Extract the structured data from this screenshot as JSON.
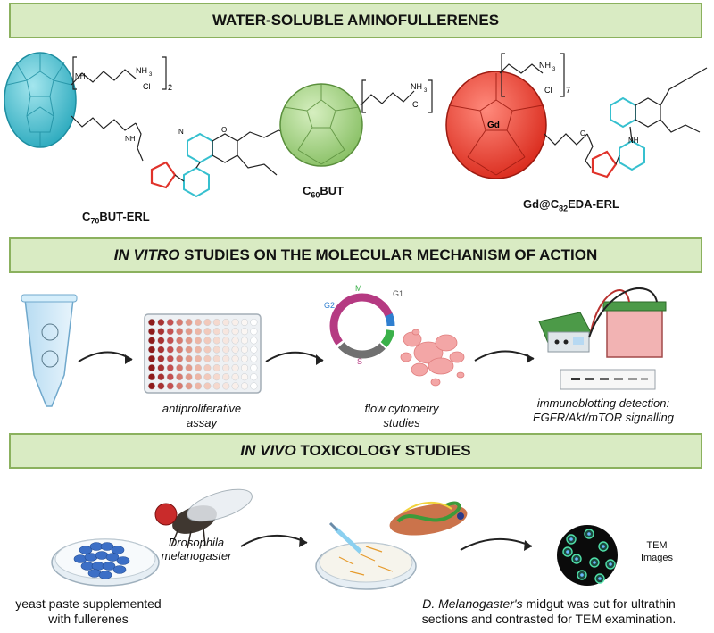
{
  "sections": {
    "s1": "WATER-SOLUBLE AMINOFULLERENES",
    "s2_italic": "IN VITRO",
    "s2_rest": " STUDIES ON THE MOLECULAR MECHANISM OF ACTION",
    "s3_italic": "IN VIVO",
    "s3_rest": " TOXICOLOGY STUDIES"
  },
  "molecules": {
    "c70": {
      "prefix": "C",
      "sub": "70",
      "suffix": "BUT-ERL"
    },
    "c60": {
      "prefix": "C",
      "sub": "60",
      "suffix": "BUT"
    },
    "gd": {
      "prefix": "Gd@C",
      "sub": "82",
      "suffix": "EDA-ERL"
    },
    "gd_core": "Gd",
    "nh3": "NH",
    "nh3_sub": "3",
    "cl": "Cl",
    "nh": "NH",
    "n": "N",
    "o": "O",
    "mult2": "2",
    "mult7": "7",
    "charge_plus": "+",
    "charge_minus": "−"
  },
  "invitro": {
    "assay": "antiproliferative assay",
    "flow": "flow cytometry studies",
    "immuno1": "immunoblotting detection:",
    "immuno2": "EGFR/Akt/mTOR signalling",
    "phase_g1": "G1",
    "phase_g2": "G2",
    "phase_m": "M",
    "phase_s": "S"
  },
  "invivo": {
    "drosophila1": "Drosophila",
    "drosophila2": "melanogaster",
    "yeast1": "yeast paste supplemented",
    "yeast2": "with fullerenes",
    "tem_label1": "TEM",
    "tem_label2": "Images",
    "midgut_italic": "D. Melanogaster's",
    "midgut_rest1": " midgut was cut for ultrathin",
    "midgut_rest2": "sections and contrasted for TEM examination."
  },
  "colors": {
    "banner_bg": "#d9ebc3",
    "banner_border": "#8bb15e",
    "c70_cyan": "#5ec8d8",
    "c60_green": "#a9d58a",
    "gd_red": "#f04b3a",
    "ring_teal": "#36c0cf",
    "triazole_red": "#e0322a",
    "linker_pink": "#c98fb0"
  }
}
